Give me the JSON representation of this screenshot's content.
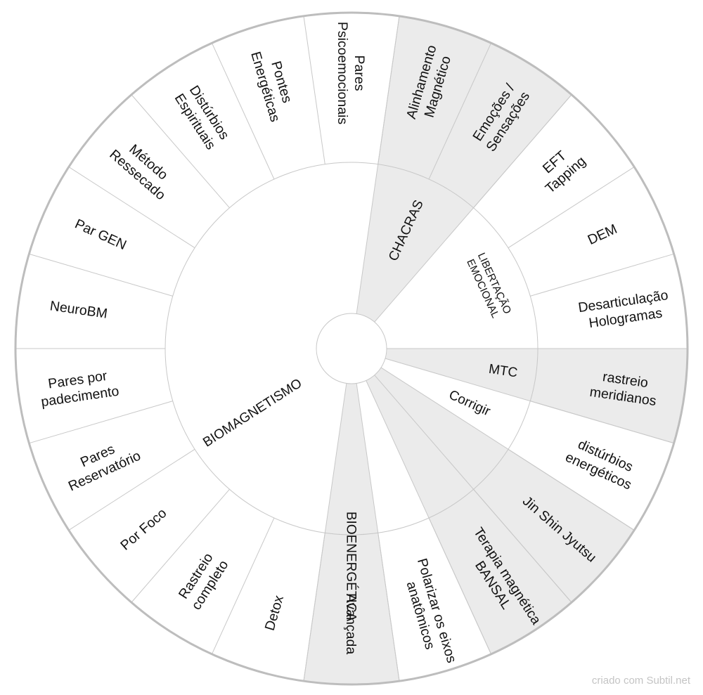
{
  "colors": {
    "shaded": "#ebebeb",
    "plain": "#ffffff",
    "line": "#c8c8c8",
    "rim": "#bdbdbd",
    "text": "#111111"
  },
  "groups": [
    {
      "id": "biomag",
      "lines": [
        "BIOMAGNETISMO"
      ],
      "shaded": false
    },
    {
      "id": "chacras",
      "lines": [
        "CHACRAS"
      ],
      "shaded": true
    },
    {
      "id": "libert",
      "lines": [
        "LIBERTAÇÃO",
        "EMOCIONAL"
      ],
      "shaded": false,
      "small": true
    },
    {
      "id": "mtc",
      "lines": [
        "MTC"
      ],
      "shaded": true
    },
    {
      "id": "corrigir",
      "lines": [
        "Corrigir"
      ],
      "shaded": false
    },
    {
      "id": "jinshin",
      "lines": [],
      "shaded": true
    },
    {
      "id": "terapia",
      "lines": [],
      "shaded": true
    },
    {
      "id": "polarizar",
      "lines": [],
      "shaded": false
    },
    {
      "id": "bioenerg",
      "lines": [
        "BIOENERGÉTICA"
      ],
      "shaded": true
    }
  ],
  "segments": [
    {
      "group": "biomag",
      "lines": [
        "Método",
        "Ressecado"
      ]
    },
    {
      "group": "biomag",
      "lines": [
        "Distúrbios",
        "Espirituais"
      ]
    },
    {
      "group": "biomag",
      "lines": [
        "Pontes",
        "Energéticas"
      ]
    },
    {
      "group": "biomag",
      "lines": [
        "Pares",
        "Psicoemocionais"
      ]
    },
    {
      "group": "chacras",
      "lines": [
        "Alinhamento",
        "Magnético"
      ]
    },
    {
      "group": "chacras",
      "lines": [
        "Emoções /",
        "Sensações"
      ]
    },
    {
      "group": "libert",
      "lines": [
        "EFT",
        "Tapping"
      ]
    },
    {
      "group": "libert",
      "lines": [
        "DEM"
      ]
    },
    {
      "group": "libert",
      "lines": [
        "Desarticulação",
        "Hologramas"
      ]
    },
    {
      "group": "mtc",
      "lines": [
        "rastreio",
        "meridianos"
      ]
    },
    {
      "group": "corrigir",
      "lines": [
        "distúrbios",
        "energéticos"
      ]
    },
    {
      "group": "jinshin",
      "lines": [
        "Jin Shin Jyutsu"
      ]
    },
    {
      "group": "terapia",
      "lines": [
        "Terapia magnética",
        "BANSAL"
      ]
    },
    {
      "group": "polarizar",
      "lines": [
        "Polarizar os eixos",
        "anatômicos"
      ]
    },
    {
      "group": "bioenerg",
      "lines": [
        "Avançada"
      ]
    },
    {
      "group": "biomag",
      "lines": [
        "Detox"
      ]
    },
    {
      "group": "biomag",
      "lines": [
        "Rastreio",
        "completo"
      ]
    },
    {
      "group": "biomag",
      "lines": [
        "Por Foco"
      ]
    },
    {
      "group": "biomag",
      "lines": [
        "Pares",
        "Reservatório"
      ]
    },
    {
      "group": "biomag",
      "lines": [
        "Pares por",
        "padecimento"
      ]
    },
    {
      "group": "biomag",
      "lines": [
        "NeuroBM"
      ]
    },
    {
      "group": "biomag",
      "lines": [
        "Par GEN"
      ]
    }
  ],
  "footer": {
    "credit": "criado com Subtil.net"
  }
}
